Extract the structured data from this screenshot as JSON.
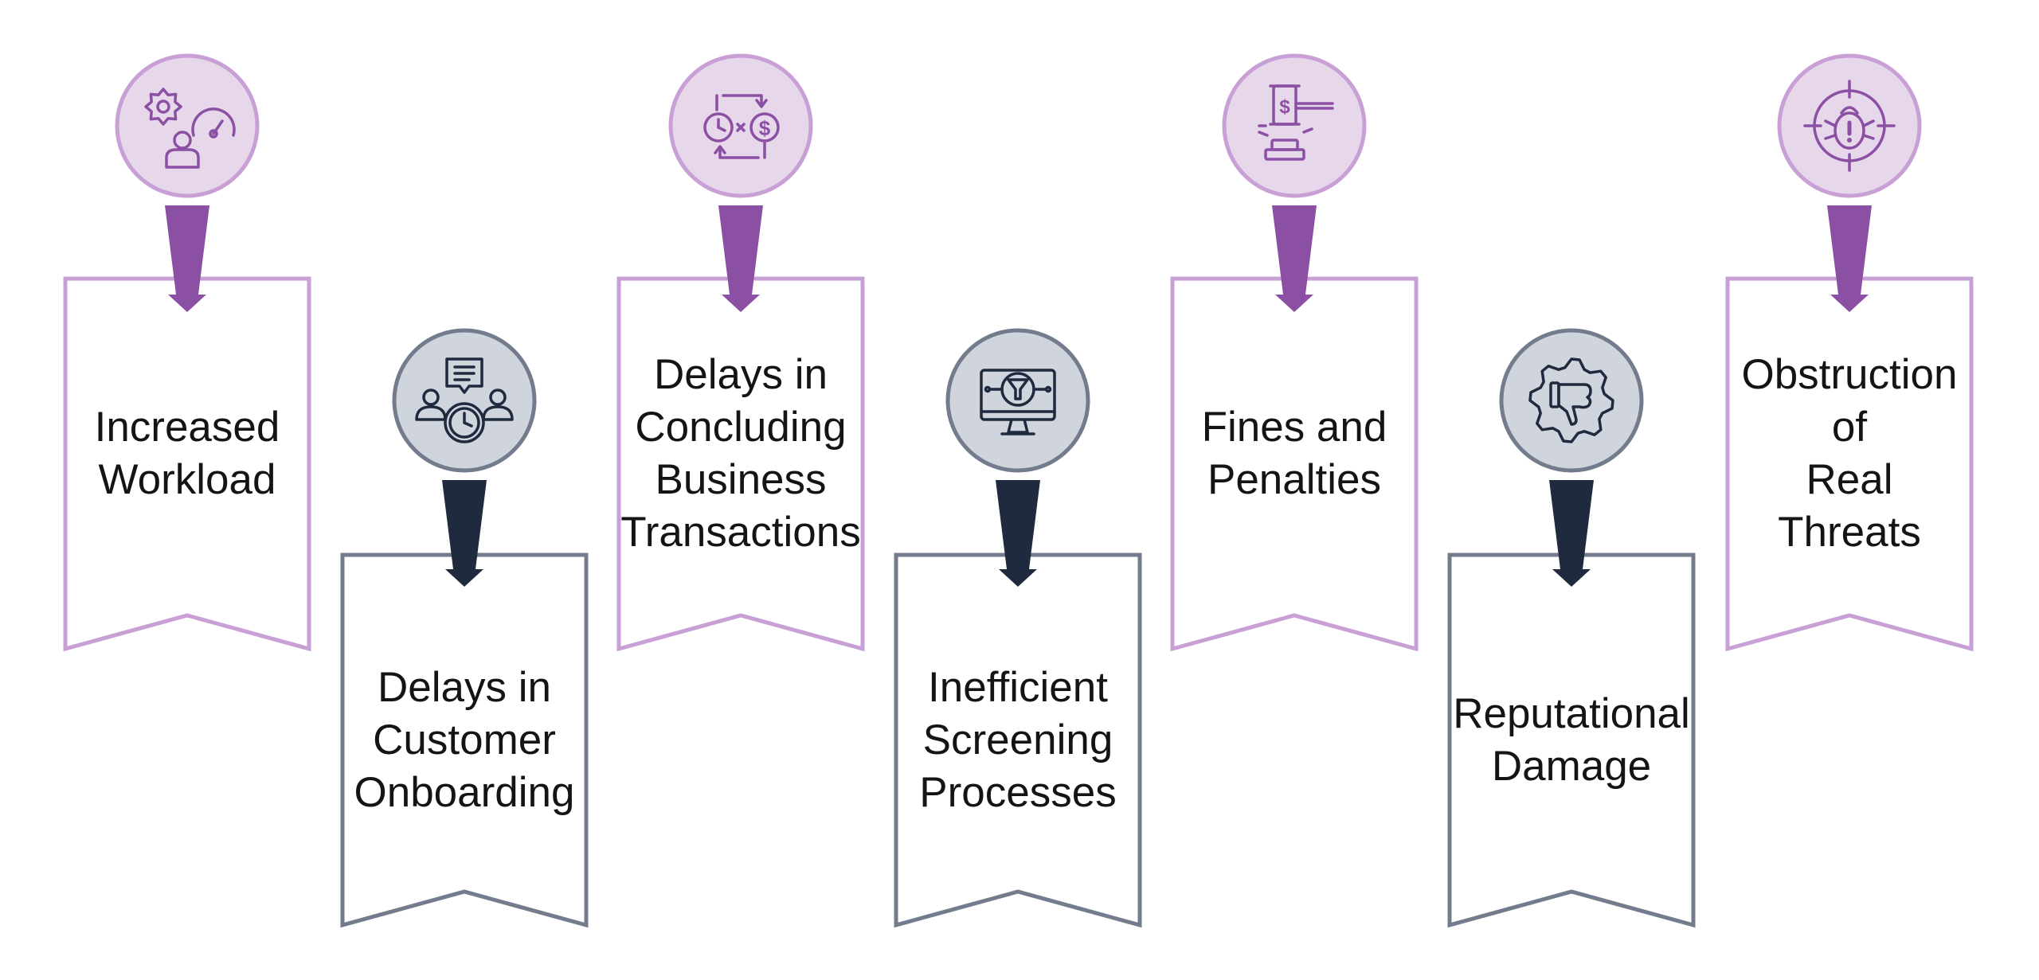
{
  "colors": {
    "purple_circle_fill": "#E6D8EA",
    "purple_stroke": "#C9A0D6",
    "purple_arrow": "#8B4FA3",
    "purple_icon": "#8B4FA3",
    "gray_circle_fill": "#D0D4DC",
    "gray_stroke": "#737C8C",
    "navy_arrow": "#1F2A3F",
    "navy_icon": "#1F2A3F",
    "text": "#141414"
  },
  "items": [
    {
      "label": "Increased\nWorkload",
      "icon": "gear-user-speedometer-icon",
      "theme": "purple"
    },
    {
      "label": "Delays in\nCustomer\nOnboarding",
      "icon": "people-chat-clock-icon",
      "theme": "gray"
    },
    {
      "label": "Delays in\nConcluding\nBusiness\nTransactions",
      "icon": "time-money-exchange-icon",
      "theme": "purple"
    },
    {
      "label": "Inefficient\nScreening\nProcesses",
      "icon": "monitor-filter-icon",
      "theme": "gray"
    },
    {
      "label": "Fines and\nPenalties",
      "icon": "gavel-dollar-icon",
      "theme": "purple"
    },
    {
      "label": "Reputational\nDamage",
      "icon": "gear-thumbs-down-icon",
      "theme": "gray"
    },
    {
      "label": "Obstruction\nof\nReal\nThreats",
      "icon": "target-bug-alert-icon",
      "theme": "purple"
    }
  ]
}
